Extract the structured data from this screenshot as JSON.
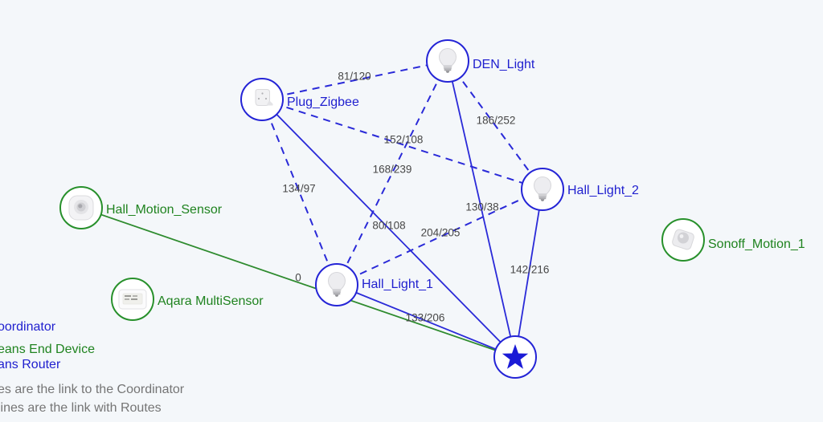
{
  "map": {
    "background": "#f4f7fa",
    "colors": {
      "router": "#2424d6",
      "end_device": "#27902b",
      "coordinator_star": "#1b1bd6",
      "route_line": "#2a2ad8",
      "coordinator_link_line": "#2a2ad8",
      "end_device_link_line": "#2e8b2e",
      "edge_label": "#474747"
    }
  },
  "nodes": [
    {
      "label": "Plug_Zigbee",
      "role": "router",
      "icon": "smart-plug-icon"
    },
    {
      "label": "DEN_Light",
      "role": "router",
      "icon": "light-bulb-icon"
    },
    {
      "label": "Hall_Light_2",
      "role": "router",
      "icon": "light-bulb-icon"
    },
    {
      "label": "Hall_Light_1",
      "role": "router",
      "icon": "light-bulb-icon"
    },
    {
      "label": "Hall_Motion_Sensor",
      "role": "end-device",
      "icon": "motion-sensor-icon"
    },
    {
      "label": "Aqara MultiSensor",
      "role": "end-device",
      "icon": "multisensor-icon"
    },
    {
      "label": "Sonoff_Motion_1",
      "role": "end-device",
      "icon": "motion-sensor-icon"
    },
    {
      "label": "",
      "role": "coordinator",
      "icon": "star-icon"
    }
  ],
  "edges": [
    {
      "from": "Plug_Zigbee",
      "to": "DEN_Light",
      "type": "route",
      "label": "81/120"
    },
    {
      "from": "DEN_Light",
      "to": "Hall_Light_2",
      "type": "route",
      "label": "186/252"
    },
    {
      "from": "Plug_Zigbee",
      "to": "Hall_Light_2",
      "type": "route",
      "label": "152/108"
    },
    {
      "from": "DEN_Light",
      "to": "Hall_Light_1",
      "type": "route",
      "label": "168/239"
    },
    {
      "from": "Plug_Zigbee",
      "to": "Hall_Light_1",
      "type": "route",
      "label": "134/97"
    },
    {
      "from": "Hall_Light_1",
      "to": "Hall_Light_2",
      "type": "route",
      "label": "130/38"
    },
    {
      "from": "Hall_Light_1",
      "to": "Hall_Light_2",
      "type": "route",
      "label": "204/205"
    },
    {
      "from": "Plug_Zigbee",
      "to": "Coordinator",
      "type": "coordinator-link",
      "label": "80/108"
    },
    {
      "from": "Hall_Light_2",
      "to": "Coordinator",
      "type": "coordinator-link",
      "label": "142/216"
    },
    {
      "from": "Hall_Light_1",
      "to": "Coordinator",
      "type": "coordinator-link",
      "label": "133/206"
    },
    {
      "from": "DEN_Light",
      "to": "Coordinator",
      "type": "coordinator-link",
      "label": ""
    },
    {
      "from": "Hall_Motion_Sensor",
      "to": "Coordinator",
      "type": "coordinator-link",
      "label": "0"
    }
  ],
  "legend": {
    "line1": "oordinator",
    "line2": "eans End Device",
    "line3": "ans Router",
    "line4": "es are the link to the Coordinator",
    "line5": "lines are the link with Routes"
  }
}
